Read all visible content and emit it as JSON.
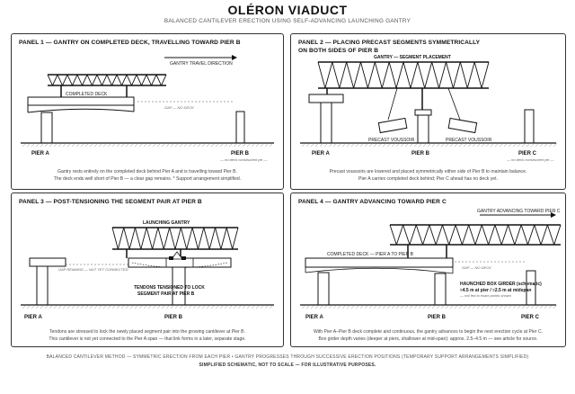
{
  "title": "OLÉRON VIADUCT",
  "subtitle": "BALANCED CANTILEVER ERECTION USING SELF-ADVANCING LAUNCHING GANTRY",
  "panels": {
    "p1": {
      "title": "PANEL 1 — GANTRY ON COMPLETED DECK, TRAVELLING TOWARD PIER B",
      "travel": "GANTRY TRAVEL DIRECTION",
      "deck": "COMPLETED DECK",
      "gap": "GAP — NO DECK",
      "note": "— no deck constructed yet —",
      "pier_a": "PIER A",
      "pier_b": "PIER B",
      "caption1": "Gantry rests entirely on the completed deck behind Pier A and is travelling toward Pier B.",
      "caption2": "The deck ends well short of Pier B — a clear gap remains. * Support arrangement simplified."
    },
    "p2": {
      "title1": "PANEL 2 — PLACING PRECAST SEGMENTS SYMMETRICALLY",
      "title2": "ON BOTH SIDES OF PIER B",
      "gantry": "GANTRY — SEGMENT PLACEMENT",
      "voussoir_l": "PRECAST VOUSSOIR",
      "voussoir_r": "PRECAST VOUSSOIR",
      "note": "— no deck constructed yet —",
      "pier_a": "PIER A",
      "pier_b": "PIER B",
      "pier_c": "PIER C",
      "caption1": "Precast voussoirs are lowered and placed symmetrically either side of Pier B to maintain balance.",
      "caption2": "Pier A carries completed deck behind; Pier C ahead has no deck yet."
    },
    "p3": {
      "title": "PANEL 3 — POST-TENSIONING THE SEGMENT PAIR AT PIER B",
      "gantry": "LAUNCHING GANTRY",
      "gap": "GAP REMAINS — NOT YET CONNECTED",
      "tendons1": "TENDONS TENSIONED TO LOCK",
      "tendons2": "SEGMENT PAIR AT PIER B",
      "pier_a": "PIER A",
      "pier_b": "PIER B",
      "caption1": "Tendons are stressed to lock the newly placed segment pair into the growing cantilever at Pier B.",
      "caption2": "This cantilever is not yet connected to the Pier A span — that link forms in a later, separate stage."
    },
    "p4": {
      "title": "PANEL 4 — GANTRY ADVANCING TOWARD PIER C",
      "advance": "GANTRY ADVANCING TOWARD PIER C",
      "deck": "COMPLETED DECK — PIER A TO PIER B",
      "gap": "GAP — NO DECK",
      "girder1": "HAUNCHED BOX GIRDER (schematic)",
      "girder2": "≈4.5 m at pier / ≈2.5 m at midspan",
      "girder3": "— not fed to exact points shown",
      "pier_a": "PIER A",
      "pier_b": "PIER B",
      "pier_c": "PIER C",
      "caption1": "With Pier A–Pier B deck complete and continuous, the gantry advances to begin the next erection cycle at Pier C.",
      "caption2": "Box girder depth varies (deeper at piers, shallower at mid-span): approx. 2.5–4.5 m — see article for source."
    }
  },
  "footer": {
    "line1": "BALANCED CANTILEVER METHOD — SYMMETRIC ERECTION FROM EACH PIER • GANTRY PROGRESSES THROUGH SUCCESSIVE ERECTION POSITIONS (TEMPORARY SUPPORT ARRANGEMENTS SIMPLIFIED)",
    "line2": "SIMPLIFIED SCHEMATIC, NOT TO SCALE — FOR ILLUSTRATIVE PURPOSES."
  }
}
